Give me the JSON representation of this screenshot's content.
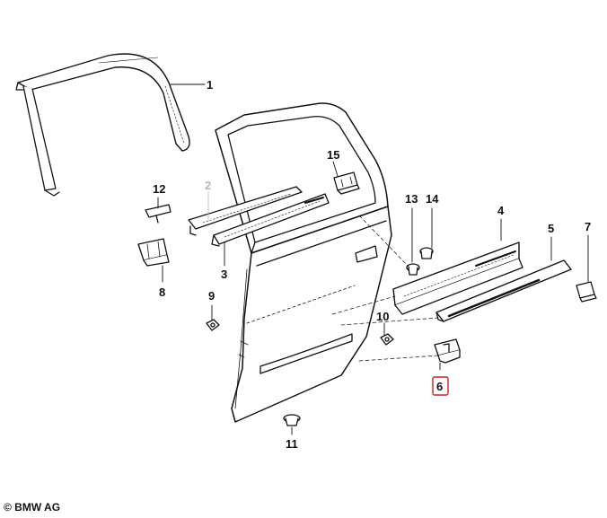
{
  "diagram": {
    "labels": {
      "p1": "1",
      "p2": "2",
      "p3": "3",
      "p4": "4",
      "p5": "5",
      "p6": "6",
      "p7": "7",
      "p8": "8",
      "p9": "9",
      "p10": "10",
      "p11": "11",
      "p12": "12",
      "p13": "13",
      "p14": "14",
      "p15": "15"
    },
    "highlight_color": "#cc2222",
    "line_color": "#111111"
  },
  "copyright": "© BMW AG"
}
